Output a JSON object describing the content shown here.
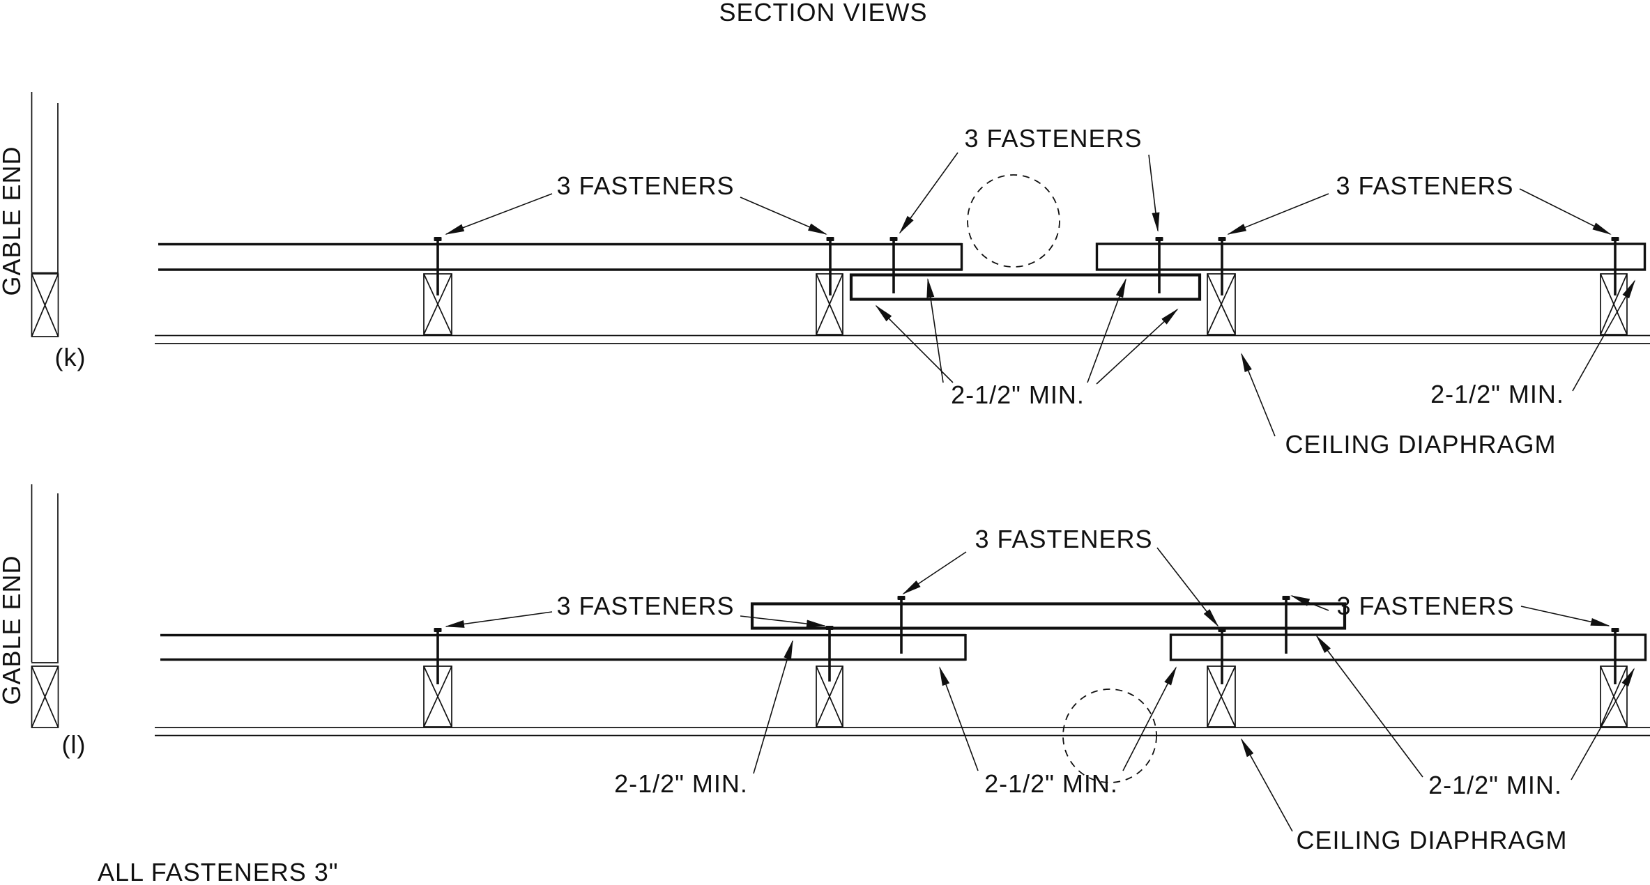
{
  "title": "SECTION VIEWS",
  "labels": {
    "gable_end": "GABLE END",
    "three_fasteners": "3 FASTENERS",
    "min_overlap": "2-1/2\" MIN.",
    "ceiling_diaphragm": "CEILING DIAPHRAGM",
    "footnote": "ALL FASTENERS 3\""
  },
  "sections": {
    "k": {
      "tag": "(k)"
    },
    "l": {
      "tag": "(l)"
    }
  }
}
